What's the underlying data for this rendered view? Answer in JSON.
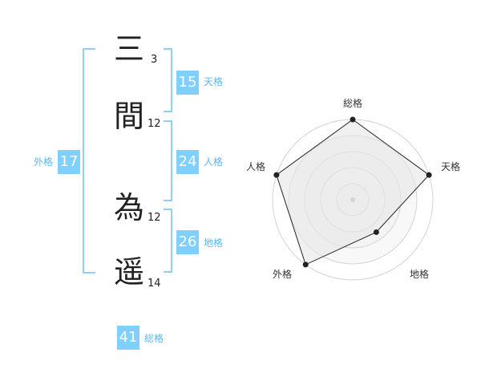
{
  "name": {
    "characters": [
      {
        "char": "三",
        "strokes": "3"
      },
      {
        "char": "間",
        "strokes": "12"
      },
      {
        "char": "為",
        "strokes": "12"
      },
      {
        "char": "遥",
        "strokes": "14"
      }
    ]
  },
  "fortunes": {
    "tenkaku": {
      "label": "天格",
      "value": "15"
    },
    "jinkaku": {
      "label": "人格",
      "value": "24"
    },
    "chikaku": {
      "label": "地格",
      "value": "26"
    },
    "gaikaku": {
      "label": "外格",
      "value": "17"
    },
    "soukaku": {
      "label": "総格",
      "value": "41"
    }
  },
  "radar": {
    "axes": [
      "総格",
      "天格",
      "地格",
      "外格",
      "人格"
    ],
    "levels": 4,
    "scores": [
      4,
      4,
      2,
      4,
      4
    ]
  },
  "colors": {
    "accent": "#7fcfff",
    "bracket": "#8fd0f8",
    "label": "#5bb8f0"
  }
}
